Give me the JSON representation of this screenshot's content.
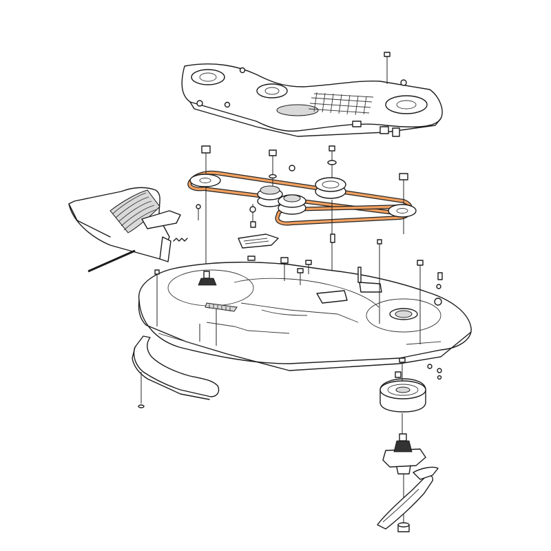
{
  "diagram": {
    "style": "exploded-parts-line-drawing",
    "colors": {
      "line": "#1a1a1a",
      "belt": "#f0a060",
      "belt_outline": "#222222",
      "background": "#ffffff"
    },
    "parts": [
      "deck-cover",
      "drive-belt",
      "idler-pulleys",
      "discharge-chute",
      "mower-deck",
      "front-bumper",
      "spindle-pulley",
      "blade-spindle",
      "mower-blade"
    ]
  }
}
